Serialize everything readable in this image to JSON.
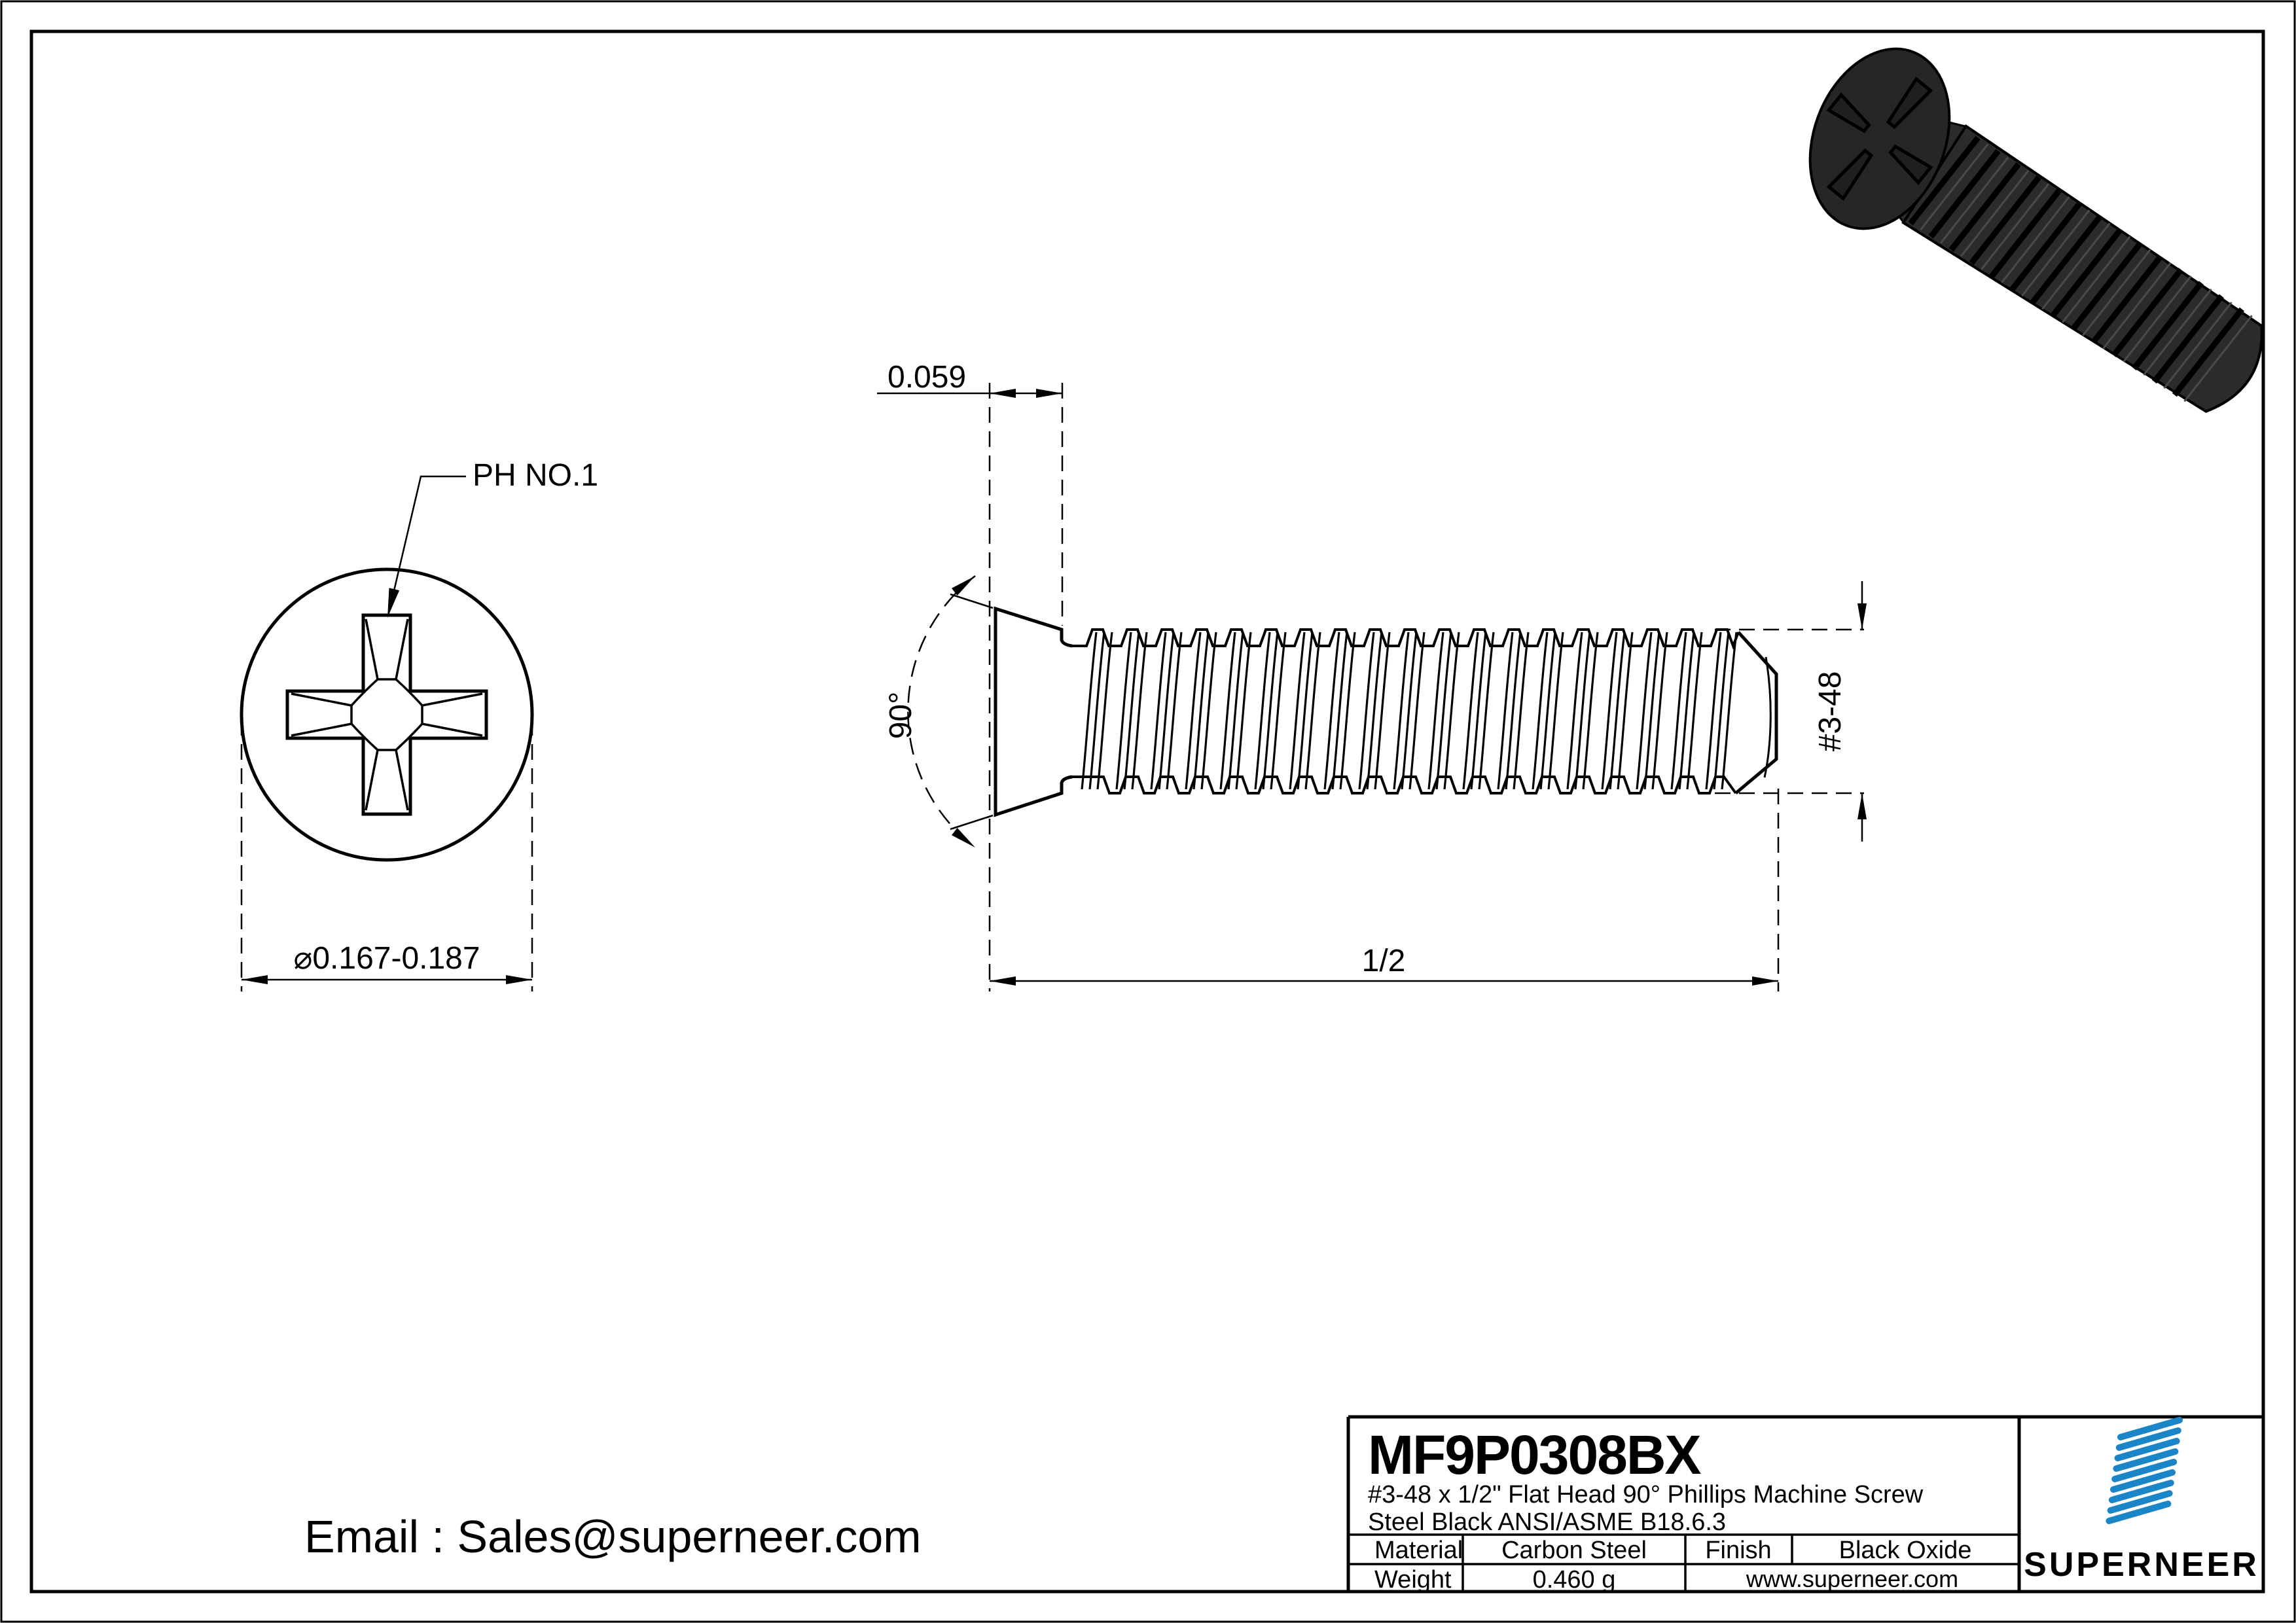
{
  "colors": {
    "accent_blue": "#1a86c8",
    "line": "#000000",
    "screw_body": "#2b2b2b"
  },
  "front_view": {
    "callout": "PH NO.1",
    "diameter": "⌀0.167-0.187"
  },
  "side_view": {
    "head_height": "0.059",
    "angle": "90°",
    "thread_size": "#3-48",
    "length": "1/2"
  },
  "title_block": {
    "part_number": "MF9P0308BX",
    "description_line1": "#3-48 x 1/2\" Flat Head 90°  Phillips Machine Screw",
    "description_line2": "Steel Black ANSI/ASME B18.6.3",
    "material_label": "Material",
    "material_value": "Carbon Steel",
    "finish_label": "Finish",
    "finish_value": "Black Oxide",
    "weight_label": "Weight",
    "weight_value": "0.460 g",
    "website": "www.superneer.com",
    "brand": "SUPERNEER"
  },
  "footer": {
    "email": "Email : Sales@superneer.com"
  }
}
